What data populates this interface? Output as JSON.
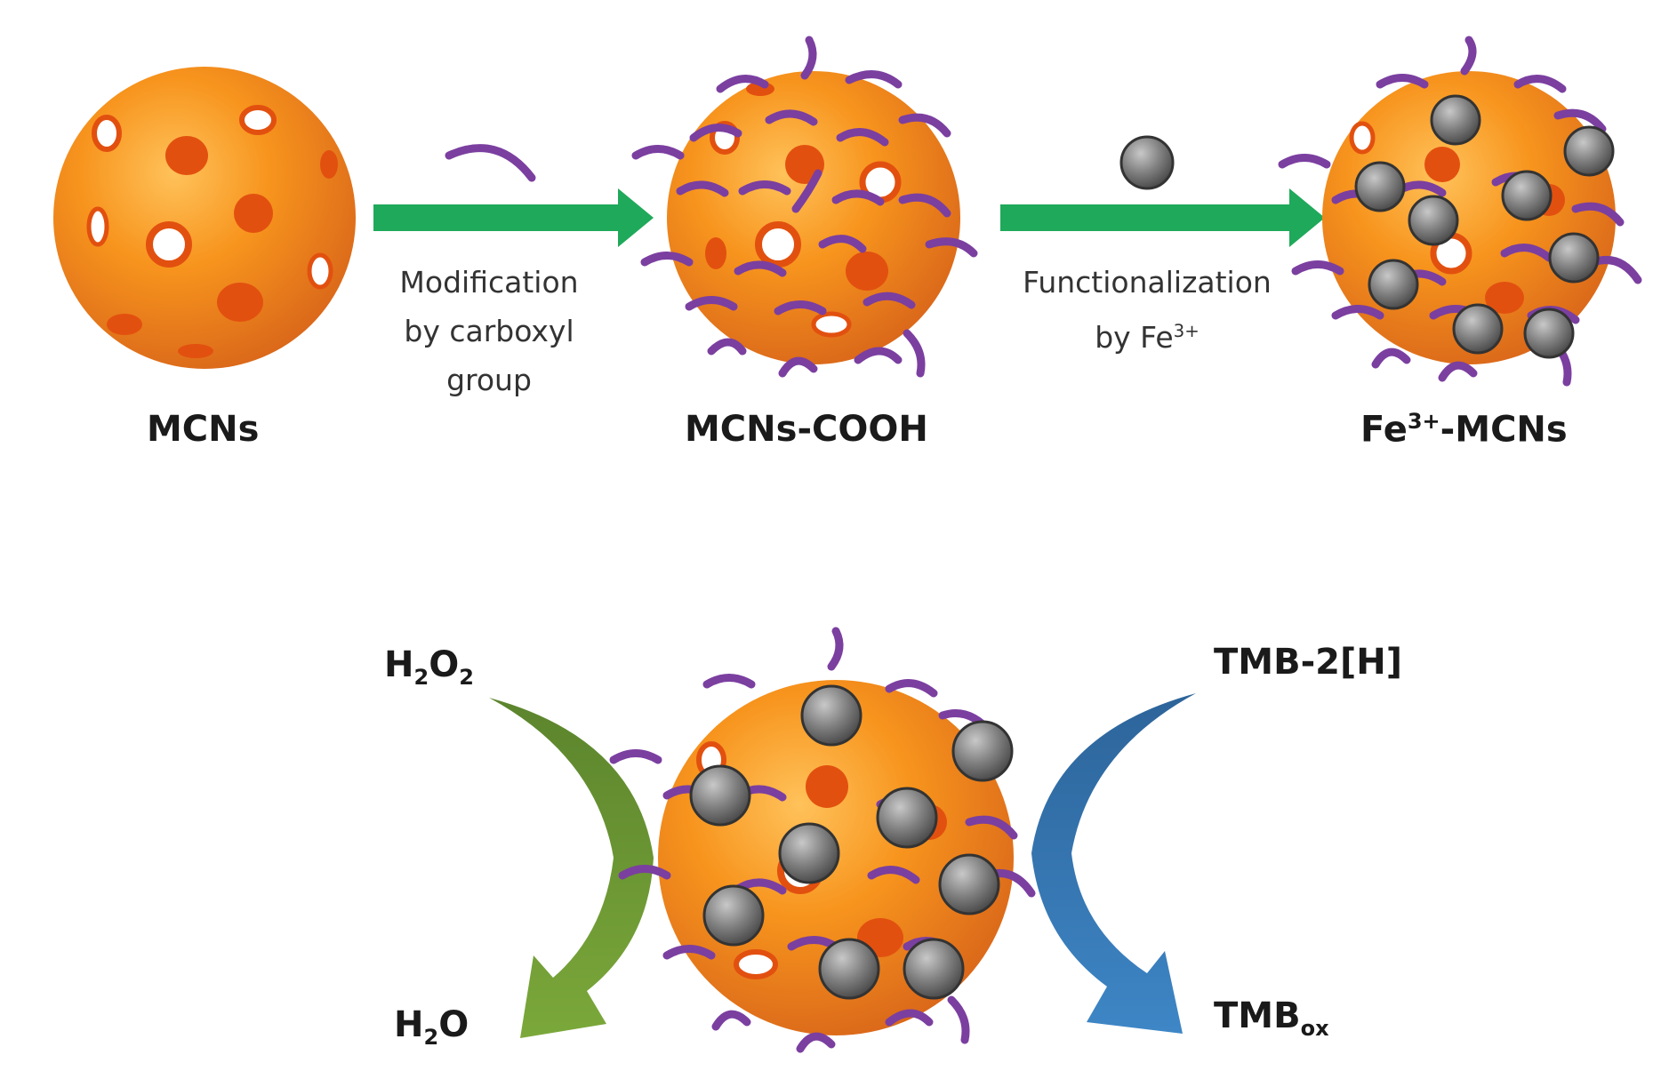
{
  "labels": {
    "mcns": "MCNs",
    "mcns_cooh": "MCNs-COOH",
    "fe_mcns_sup": "3+",
    "fe_mcns_prefix": "Fe",
    "fe_mcns_suffix": "-MCNs",
    "step1_line1": "Modification",
    "step1_line2": "by carboxyl",
    "step1_line3": "group",
    "step2_line1": "Functionalization",
    "step2_line2_prefix": "by Fe",
    "step2_line2_sup": "3+",
    "h2o2_h": "H",
    "h2o2_sub1": "2",
    "h2o2_o": "O",
    "h2o2_sub2": "2",
    "h2o_h": "H",
    "h2o_sub": "2",
    "h2o_o": "O",
    "tmb2h": "TMB-2[H]",
    "tmbox_main": "TMB",
    "tmbox_sub": "ox"
  },
  "colors": {
    "sphere": "#F7941D",
    "sphere_dark": "#D9661A",
    "pore": "#E8520F",
    "carboxyl": "#7B3FA0",
    "fe_ion": "#808080",
    "process_arrow": "#1FA95A",
    "h2o2_arrow": "#5E8A2E",
    "tmb_arrow": "#2F73AE"
  },
  "icons": {
    "nanosphere": "porous-sphere-icon",
    "carboxyl": "carboxyl-arc-icon",
    "fe_ion": "iron-ion-sphere-icon"
  }
}
